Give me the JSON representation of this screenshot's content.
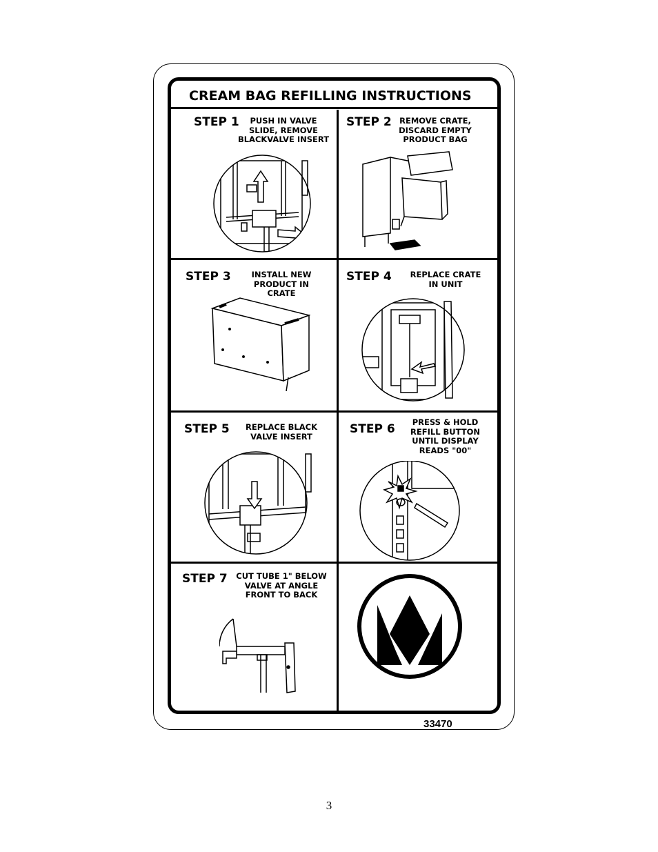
{
  "label": {
    "title": "CREAM BAG REFILLING INSTRUCTIONS",
    "steps": [
      {
        "label": "STEP 1",
        "text": "PUSH IN VALVE\nSLIDE, REMOVE\nBLACKVALVE INSERT",
        "icon": "valve-slide-removal-illustration"
      },
      {
        "label": "STEP 2",
        "text": "REMOVE CRATE,\nDISCARD EMPTY\nPRODUCT BAG",
        "icon": "dispenser-crate-removal-illustration"
      },
      {
        "label": "STEP 3",
        "text": "INSTALL NEW\nPRODUCT IN\nCRATE",
        "icon": "crate-illustration"
      },
      {
        "label": "STEP 4",
        "text": "REPLACE CRATE\nIN UNIT",
        "icon": "crate-in-unit-illustration"
      },
      {
        "label": "STEP 5",
        "text": "REPLACE BLACK\nVALVE INSERT",
        "icon": "valve-insert-illustration"
      },
      {
        "label": "STEP 6",
        "text": "PRESS & HOLD\nREFILL BUTTON\nUNTIL DISPLAY\nREADS \"00\"",
        "icon": "refill-button-illustration"
      },
      {
        "label": "STEP 7",
        "text": "CUT TUBE 1\" BELOW\nVALVE AT ANGLE\nFRONT TO BACK",
        "icon": "tube-cut-illustration"
      }
    ],
    "logo": "crown-logo-icon",
    "part_number": "33470"
  },
  "page": {
    "number": "3"
  }
}
